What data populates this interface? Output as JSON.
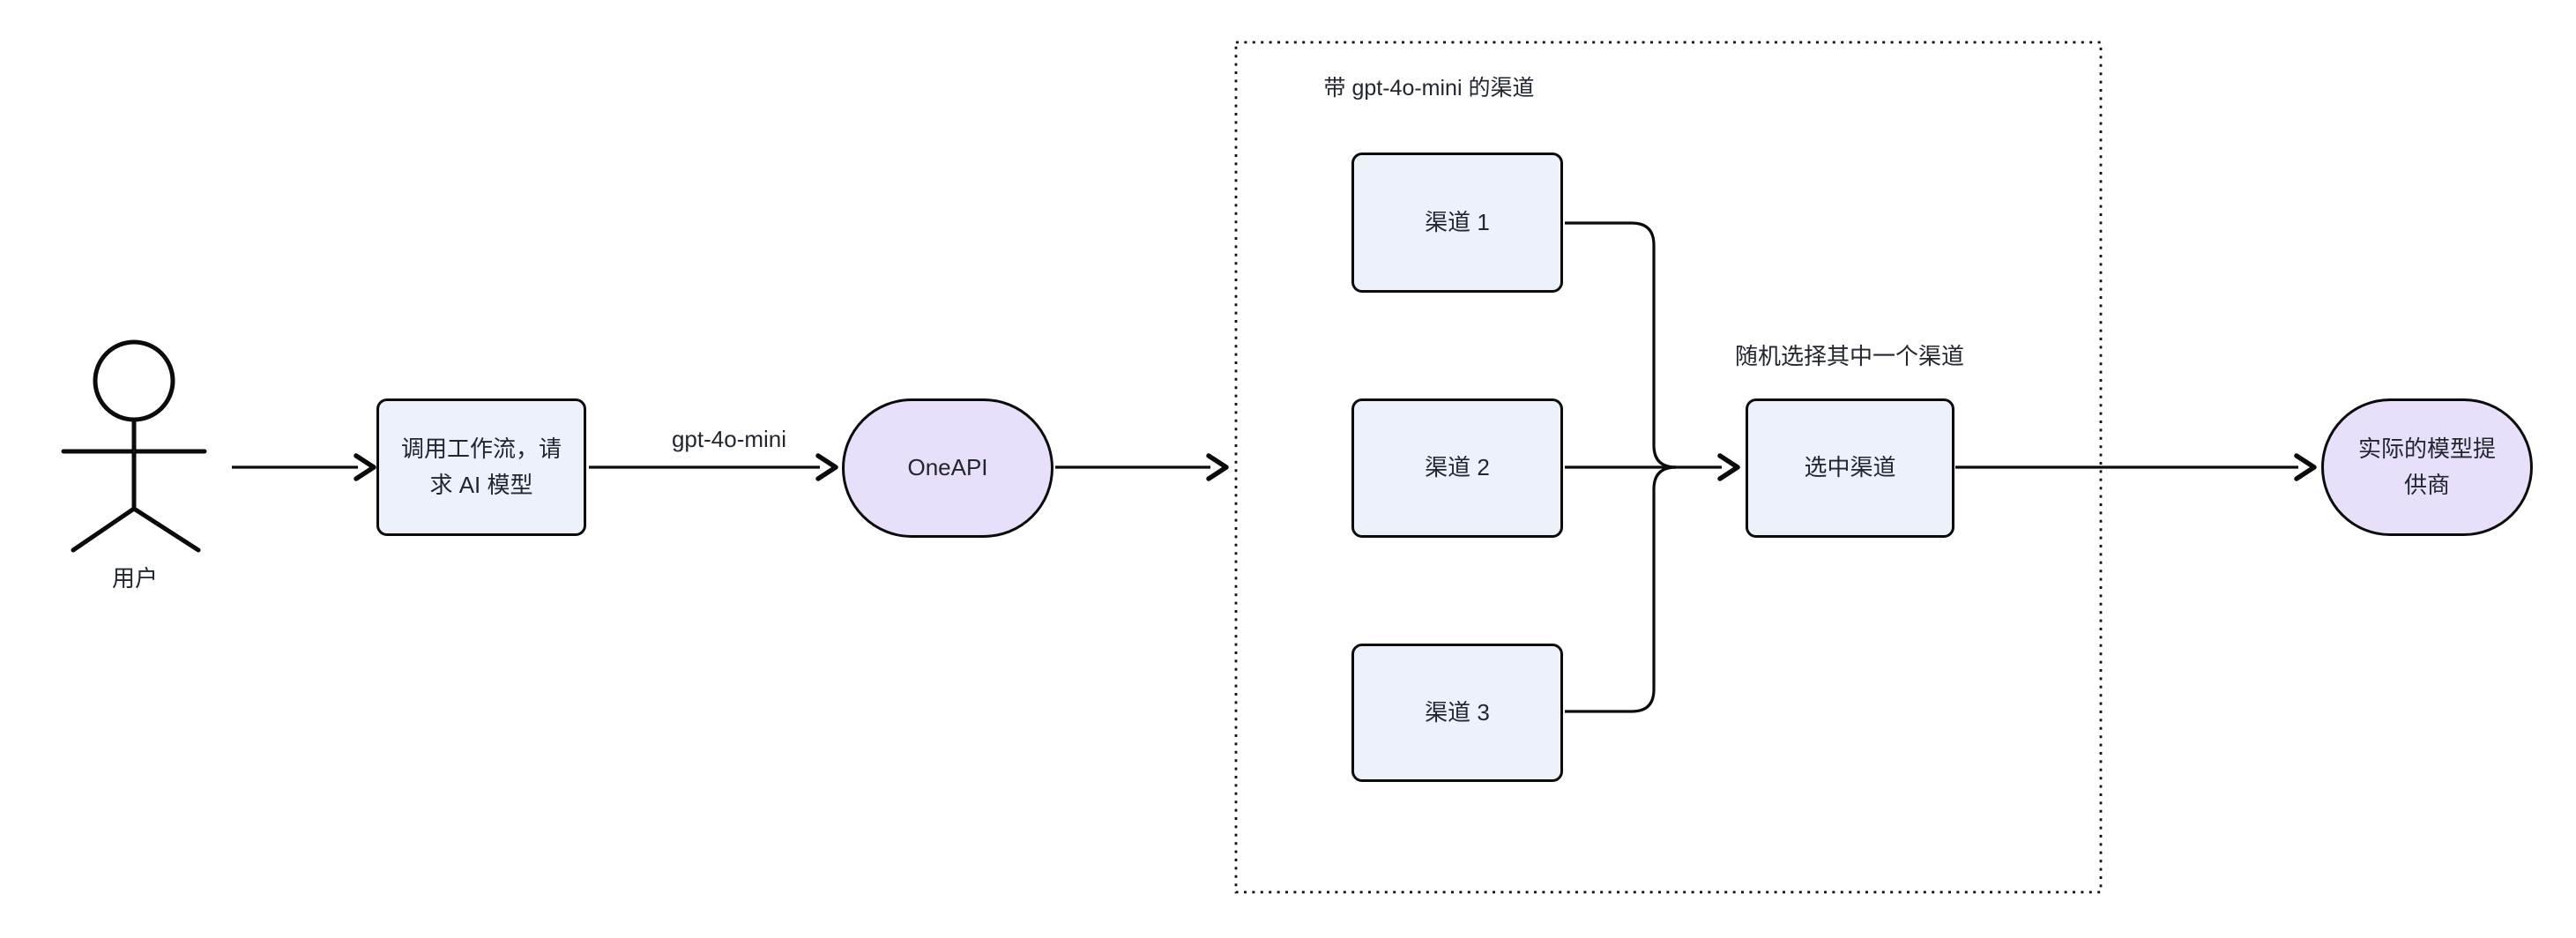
{
  "diagram": {
    "background": "#ffffff",
    "actor": {
      "label": "用户"
    },
    "nodes": {
      "workflow": {
        "label": "调用工作流，请\n求 AI 模型",
        "shape": "rounded-rect",
        "fill": "#edf1f9"
      },
      "oneapi": {
        "label": "OneAPI",
        "shape": "stadium",
        "fill": "#e8dffa"
      },
      "channel1": {
        "label": "渠道 1",
        "shape": "rounded-rect",
        "fill": "#edf1f9"
      },
      "channel2": {
        "label": "渠道 2",
        "shape": "rounded-rect",
        "fill": "#edf1f9"
      },
      "channel3": {
        "label": "渠道 3",
        "shape": "rounded-rect",
        "fill": "#edf1f9"
      },
      "selected": {
        "label": "选中渠道",
        "shape": "rounded-rect",
        "fill": "#edf1f9"
      },
      "provider": {
        "label": "实际的模型提\n供商",
        "shape": "stadium",
        "fill": "#e8dffa"
      }
    },
    "subgraph": {
      "title": "带 gpt-4o-mini 的渠道",
      "border_style": "dotted"
    },
    "edge_labels": {
      "workflow_to_oneapi": "gpt-4o-mini",
      "merge_to_selected": "随机选择其中一个渠道"
    },
    "colors": {
      "stroke": "#0b0b0b",
      "text": "#22262e",
      "rect_fill": "#edf1f9",
      "stadium_fill": "#e8dffa"
    }
  }
}
